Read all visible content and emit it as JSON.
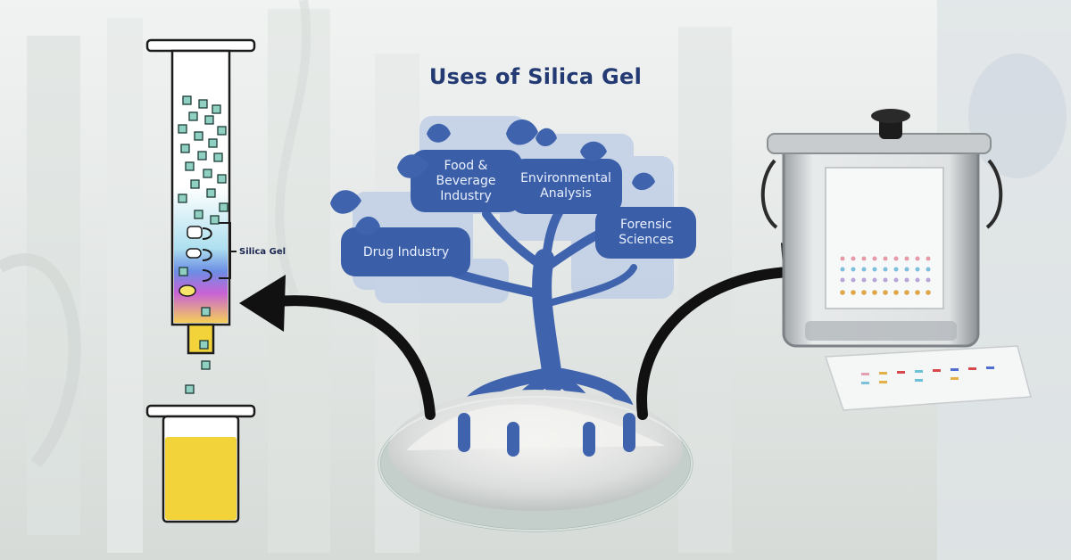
{
  "title": "Uses of Silica Gel",
  "column_label": "Silica Gel",
  "branches": [
    {
      "label": "Drug Industry"
    },
    {
      "label": "Food & Beverage Industry"
    },
    {
      "label": "Environmental Analysis"
    },
    {
      "label": "Forensic Sciences"
    }
  ],
  "colors": {
    "title": "#233a73",
    "tree": "#3f63ad",
    "leaf_box": "#3b5ea8",
    "arrow": "#111111",
    "liquid": "#f3d33a"
  }
}
